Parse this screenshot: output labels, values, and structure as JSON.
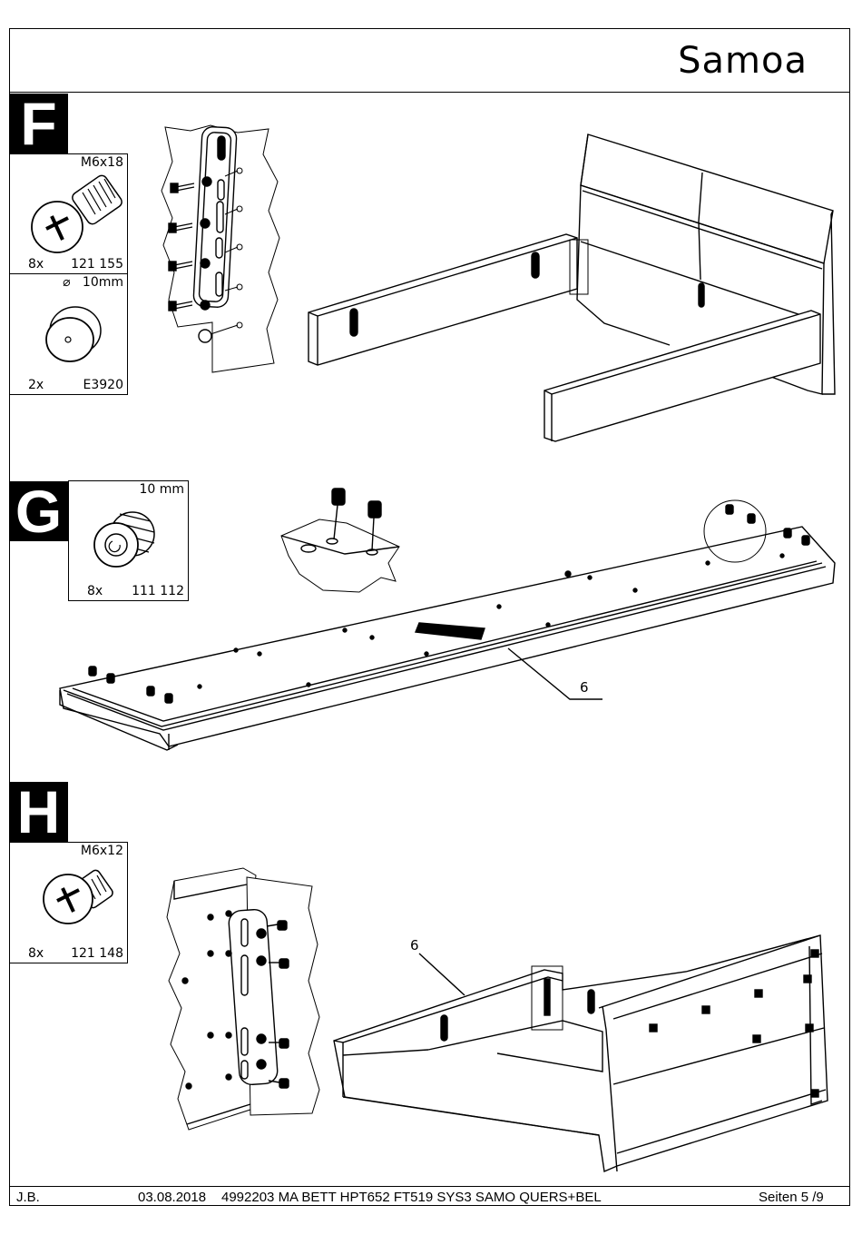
{
  "header": {
    "title": "Samoa"
  },
  "steps": [
    {
      "label": "F",
      "parts": [
        {
          "spec": "M6x18",
          "qty": "8x",
          "number": "121 155",
          "icon": "machine-screw-icon"
        },
        {
          "spec": "10mm",
          "spec_symbol": "⌀",
          "qty": "2x",
          "number": "E3920",
          "icon": "dowel-cap-icon"
        }
      ]
    },
    {
      "label": "G",
      "parts": [
        {
          "spec": "10  mm",
          "qty": "8x",
          "number": "111  112",
          "icon": "threaded-insert-icon"
        }
      ],
      "callouts": [
        "6"
      ]
    },
    {
      "label": "H",
      "parts": [
        {
          "spec": "M6x12",
          "qty": "8x",
          "number": "121 148",
          "icon": "machine-screw-icon"
        }
      ],
      "callouts": [
        "6"
      ]
    }
  ],
  "footer": {
    "author": "J.B.",
    "date": "03.08.2018",
    "document": "4992203 MA BETT HPT652 FT519 SYS3 SAMO QUERS+BEL",
    "pages": "Seiten 5 /9"
  }
}
